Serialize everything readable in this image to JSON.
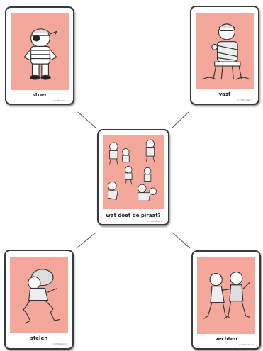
{
  "colors": {
    "card_art_background": "#f4a89b",
    "card_border": "#3a3a3a",
    "connector": "#555555"
  },
  "cards": {
    "center": {
      "caption": "wat doet de piraat?",
      "credit": "(c) VIPkaarten.nl"
    },
    "top_left": {
      "caption": "stoer",
      "credit": "(c) VIPkaarten.nl"
    },
    "top_right": {
      "caption": "vast",
      "credit": "(c) VIPkaarten.nl"
    },
    "bottom_left": {
      "caption": "stelen",
      "credit": "(c) VIPkaarten.nl"
    },
    "bottom_right": {
      "caption": "vechten",
      "credit": "(c) VIPkaarten.nl"
    }
  },
  "icons": {
    "top_left": "pirate-eyepatch-icon",
    "top_right": "pirate-tied-up-icon",
    "bottom_left": "pirate-stealing-icon",
    "bottom_right": "pirates-fighting-icon",
    "center": "pirate-scenes-collage-icon"
  }
}
